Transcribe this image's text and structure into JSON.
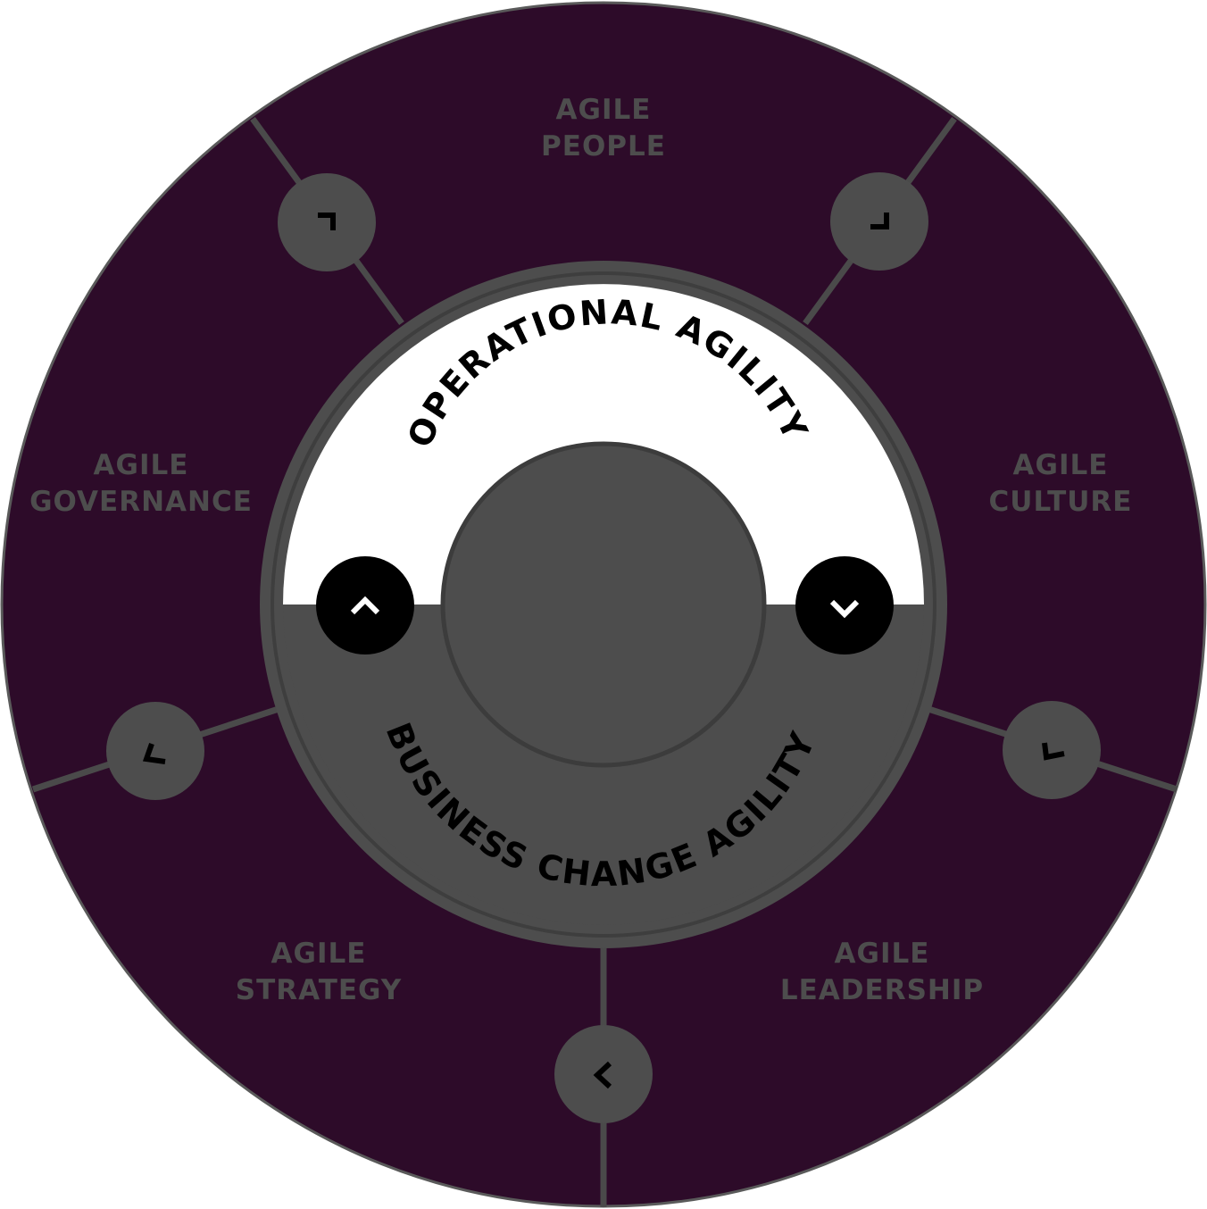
{
  "colors": {
    "outer_ring": "#2d0b29",
    "divider": "#4a4a4a",
    "connector": "#4d4d4d",
    "segment_text": "#4d4d4d",
    "top_half": "#ffffff",
    "bottom_half": "#4d4d4d",
    "hub": "#4d4d4d",
    "toggle": "#000000",
    "ring_text": "#000000"
  },
  "segments": [
    {
      "id": "people",
      "line1": "AGILE",
      "line2": "PEOPLE",
      "connector_icon": "corner-arrow-top-left-icon"
    },
    {
      "id": "culture",
      "line1": "AGILE",
      "line2": "CULTURE",
      "connector_icon": "corner-arrow-bottom-left-icon"
    },
    {
      "id": "leadership",
      "line1": "AGILE",
      "line2": "LEADERSHIP",
      "connector_icon": "corner-arrow-bottom-left-icon"
    },
    {
      "id": "strategy",
      "line1": "AGILE",
      "line2": "STRATEGY",
      "connector_icon": "chevron-left-icon"
    },
    {
      "id": "governance",
      "line1": "AGILE",
      "line2": "GOVERNANCE",
      "connector_icon": "corner-arrow-bottom-left-icon"
    }
  ],
  "inner": {
    "top_label": "OPERATIONAL AGILITY",
    "bottom_label": "BUSINESS CHANGE AGILITY",
    "toggle_left_icon": "chevron-up-icon",
    "toggle_right_icon": "chevron-down-icon"
  }
}
